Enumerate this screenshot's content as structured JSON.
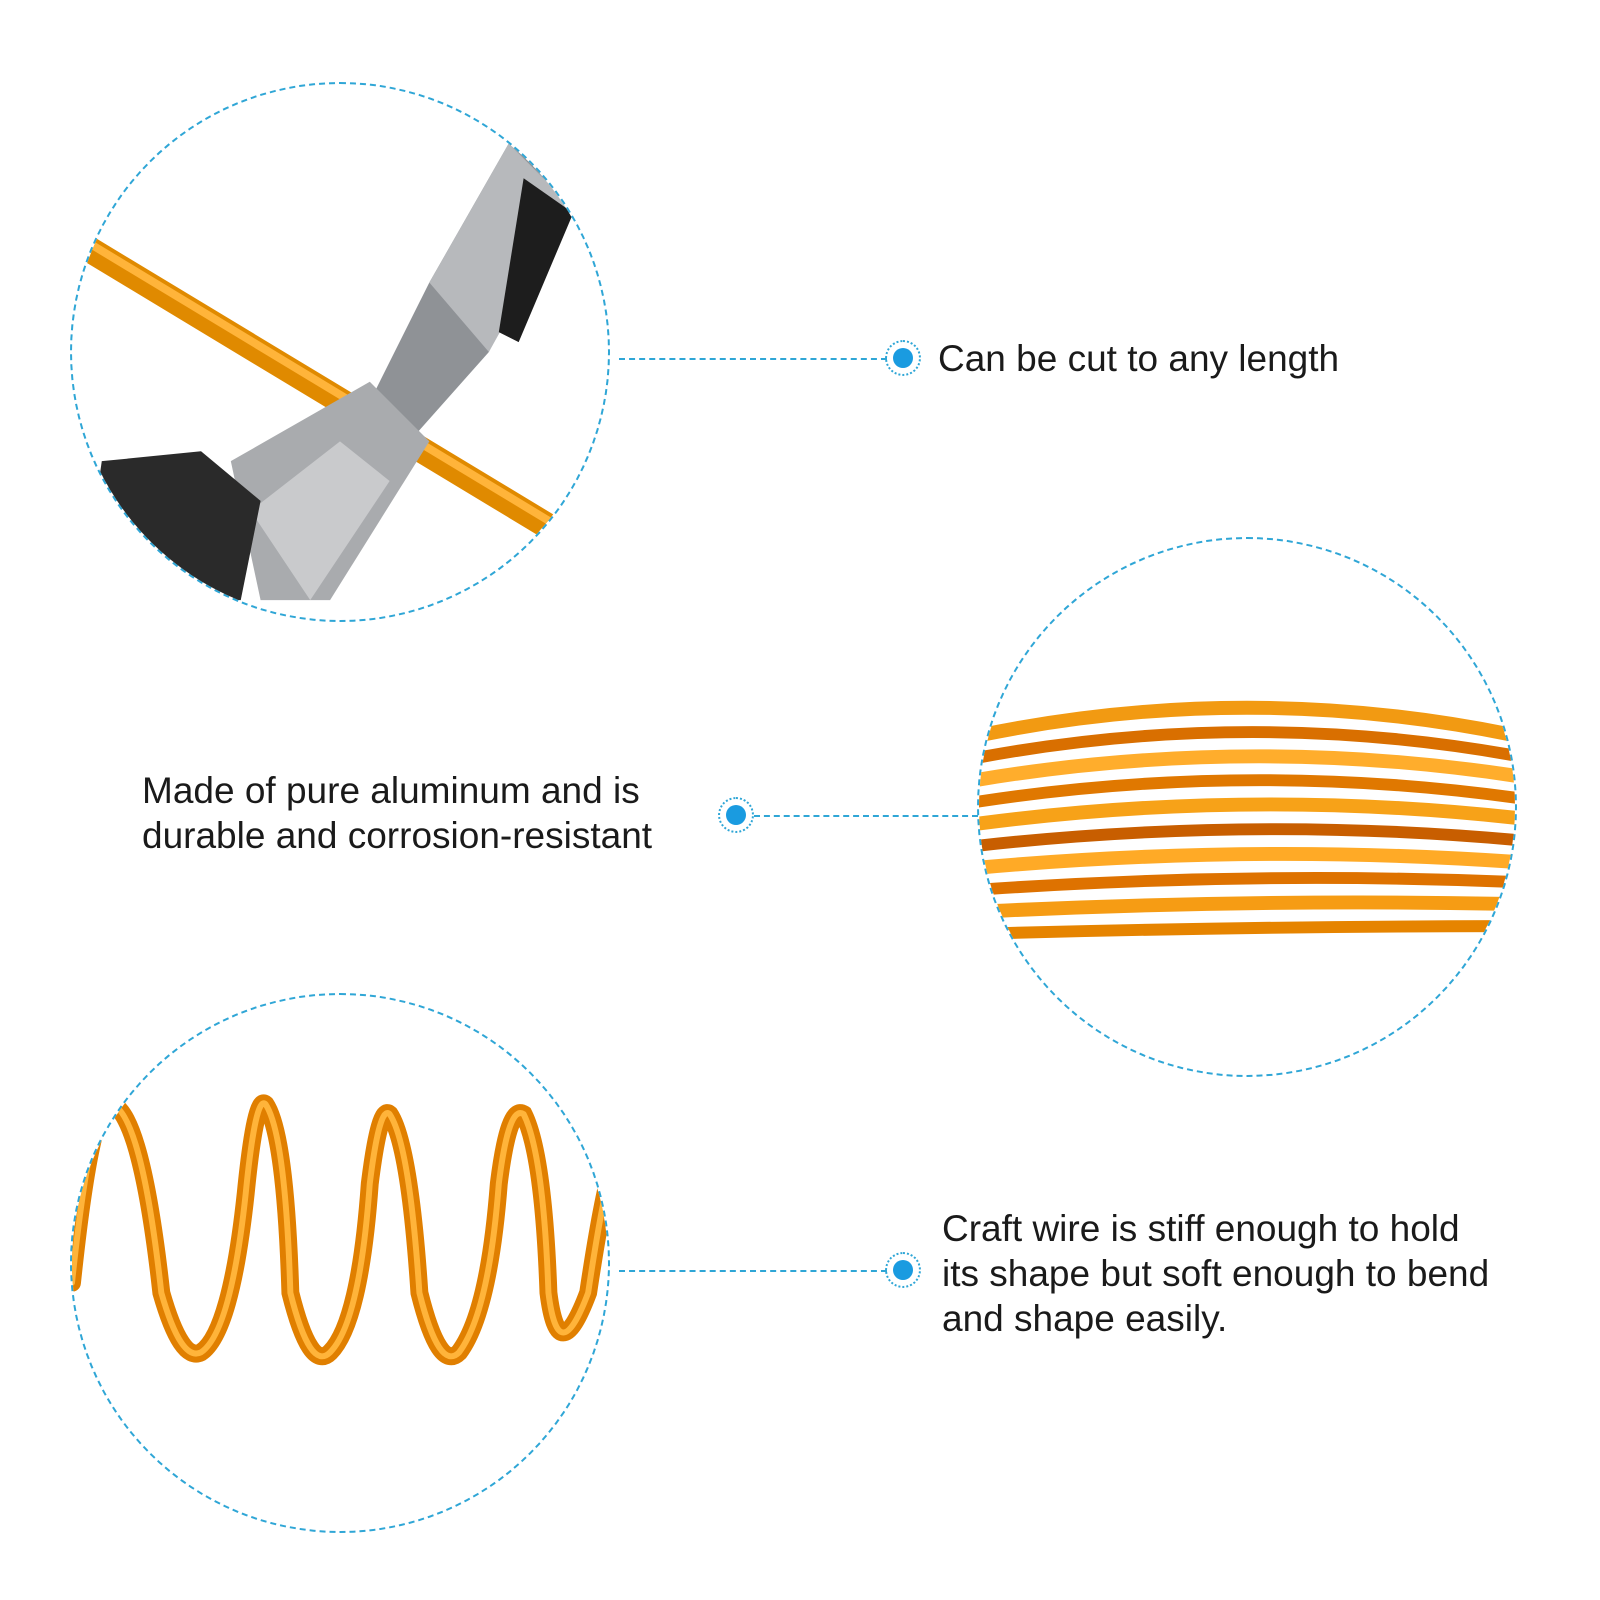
{
  "features": [
    {
      "lines": [
        "Can be cut to any length"
      ]
    },
    {
      "lines": [
        "Made of pure aluminum and is",
        "durable and corrosion-resistant"
      ]
    },
    {
      "lines": [
        "Craft wire is stiff enough to hold",
        "its shape but soft enough to bend",
        "and shape easily."
      ]
    }
  ],
  "colors": {
    "accent": "#1a9be0",
    "dash": "#2fa6d6",
    "wire": "#f29a12",
    "text": "#1a1a1a"
  }
}
